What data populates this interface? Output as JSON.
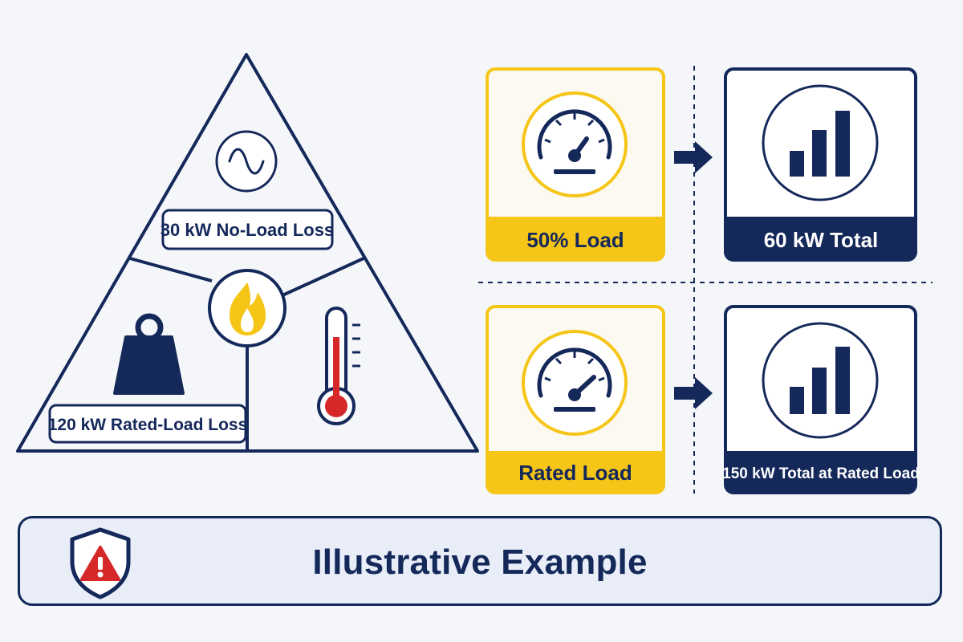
{
  "triangle": {
    "no_load_label": "30 kW No-Load Loss",
    "rated_load_loss_label": "120 kW Rated-Load Loss"
  },
  "scenarios": [
    {
      "load_label": "50% Load",
      "result_label": "60 kW Total"
    },
    {
      "load_label": "Rated Load",
      "result_label": "150 kW Total at Rated Load"
    }
  ],
  "banner": {
    "title": "Illustrative Example"
  },
  "colors": {
    "navy": "#14285a",
    "yellow": "#f5c518",
    "red": "#d62828",
    "panel": "#fbf9f0",
    "background": "#f4f6fa"
  },
  "icons": [
    "sine-wave-icon",
    "flame-icon",
    "weight-icon",
    "thermometer-icon",
    "gauge-icon",
    "arrow-right-icon",
    "bar-chart-icon",
    "warning-shield-icon"
  ]
}
